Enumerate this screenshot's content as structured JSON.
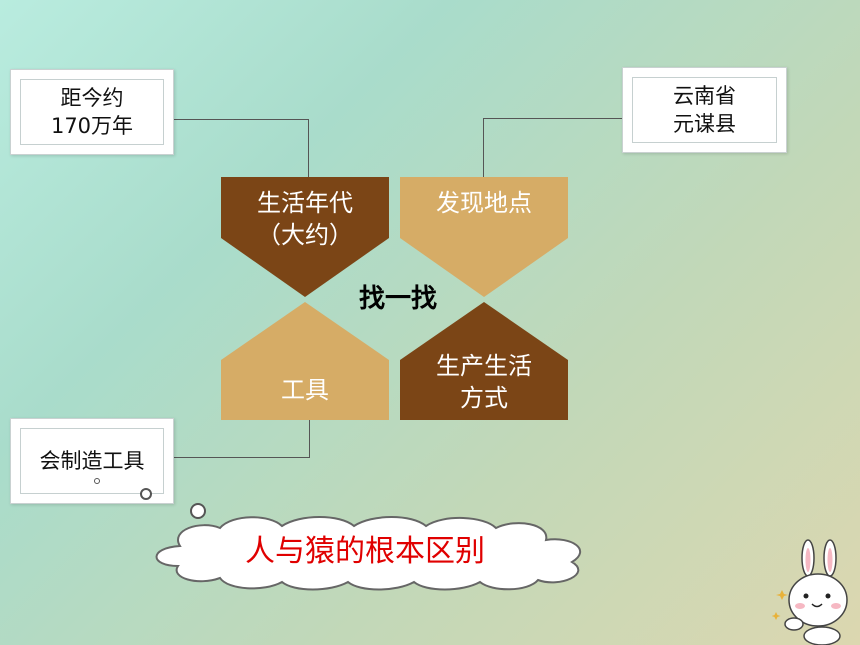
{
  "callouts": {
    "time": {
      "line1": "距今约",
      "line2": "170万年"
    },
    "place": {
      "line1": "云南省",
      "line2": "元谋县"
    },
    "tools": {
      "line1": "会制造工具"
    }
  },
  "quadrants": {
    "top_left": {
      "line1": "生活年代",
      "line2": "（大约）",
      "color": "#7b4516"
    },
    "top_right": {
      "line1": "发现地点",
      "color": "#d6ac66"
    },
    "bottom_left": {
      "line1": "工具",
      "color": "#d6ac66"
    },
    "bottom_right": {
      "line1": "生产生活",
      "line2": "方式",
      "color": "#7b4516"
    }
  },
  "center_title": "找一找",
  "cloud": {
    "text": "人与猿的根本区别",
    "text_color": "#e00000"
  },
  "mascot": {
    "icon": "rabbit-mascot-icon"
  }
}
